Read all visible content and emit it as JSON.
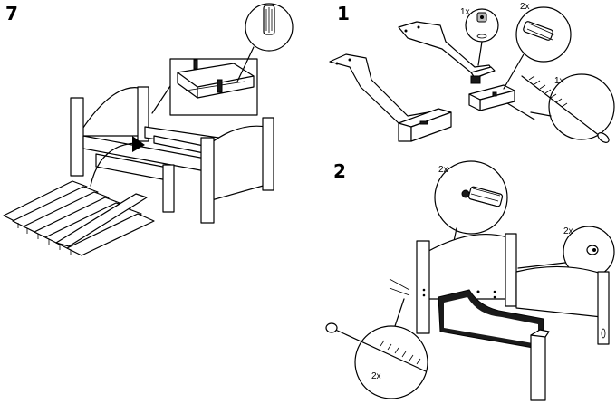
{
  "steps": [
    {
      "number": "7"
    },
    {
      "number": "1",
      "callouts": [
        {
          "qty": "1x"
        },
        {
          "qty": "2x"
        },
        {
          "qty": "1x"
        }
      ]
    },
    {
      "number": "2",
      "callouts": [
        {
          "qty": "2x"
        },
        {
          "qty": "2x"
        },
        {
          "qty": "2x"
        }
      ]
    }
  ]
}
